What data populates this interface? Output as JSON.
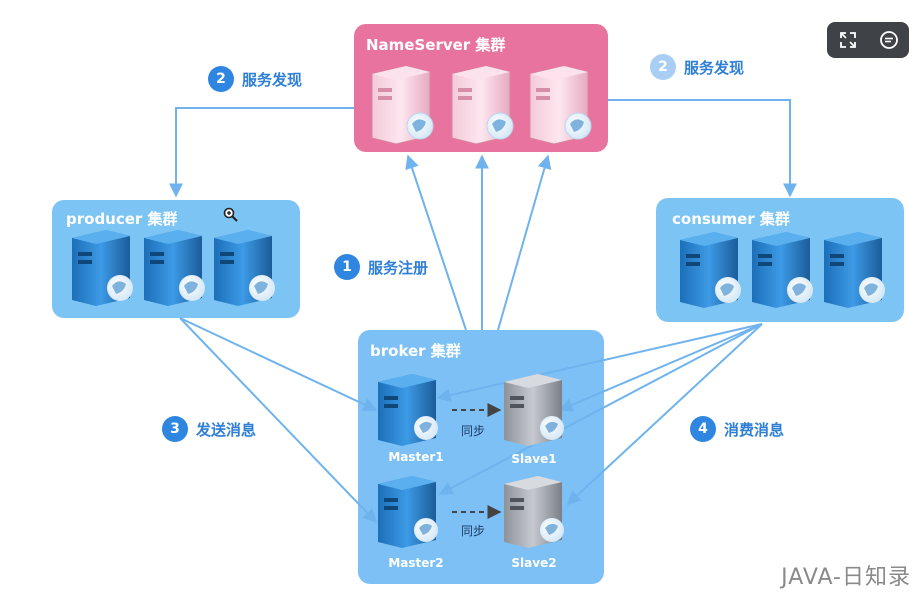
{
  "clusters": {
    "nameserver": {
      "title": "NameServer 集群"
    },
    "producer": {
      "title": "producer 集群"
    },
    "consumer": {
      "title": "consumer 集群"
    },
    "broker": {
      "title": "broker 集群"
    }
  },
  "steps": [
    {
      "num": "1",
      "label": "服务注册"
    },
    {
      "num": "2",
      "label": "服务发现"
    },
    {
      "num": "2",
      "label": "服务发现"
    },
    {
      "num": "3",
      "label": "发送消息"
    },
    {
      "num": "4",
      "label": "消费消息"
    }
  ],
  "broker_nodes": {
    "master1": "Master1",
    "slave1": "Slave1",
    "master2": "Master2",
    "slave2": "Slave2",
    "sync_label": "同步"
  },
  "toolbar": {
    "expand_icon": "expand-icon",
    "comment_icon": "comment-icon"
  },
  "watermark": "JAVA-日知录",
  "colors": {
    "nameserver": "#e8739f",
    "cluster_blue": "#7cc4f4",
    "broker": "#7cc0f5",
    "arrow": "#6fb3ee",
    "step_active": "#2f86e0",
    "step_faded": "#a8cff3"
  }
}
